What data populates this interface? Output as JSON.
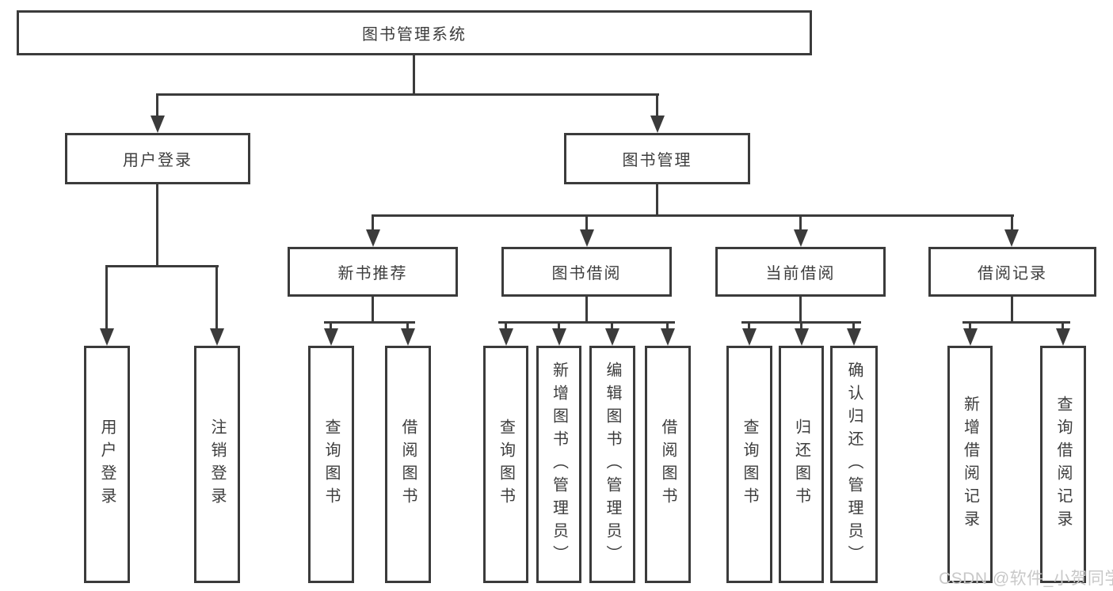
{
  "root": {
    "label": "图书管理系统"
  },
  "branches": {
    "user_login": {
      "label": "用户登录",
      "children": [
        "用户登录",
        "注销登录"
      ]
    },
    "book_mgmt": {
      "label": "图书管理",
      "children": {
        "new_book_recommend": {
          "label": "新书推荐",
          "children": [
            "查询图书",
            "借阅图书"
          ]
        },
        "book_borrow": {
          "label": "图书借阅",
          "children": [
            "查询图书",
            "新增图书（管理员）",
            "编辑图书（管理员）",
            "借阅图书"
          ]
        },
        "current_borrow": {
          "label": "当前借阅",
          "children": [
            "查询图书",
            "归还图书",
            "确认归还（管理员）"
          ]
        },
        "borrow_records": {
          "label": "借阅记录",
          "children": [
            "新增借阅记录",
            "查询借阅记录"
          ]
        }
      }
    }
  },
  "watermark": "CSDN @软件_小贺同学",
  "colors": {
    "line": "#3b3b3b",
    "text": "#3d3d3d",
    "watermark": "#c8c8c8",
    "background": "#ffffff"
  }
}
